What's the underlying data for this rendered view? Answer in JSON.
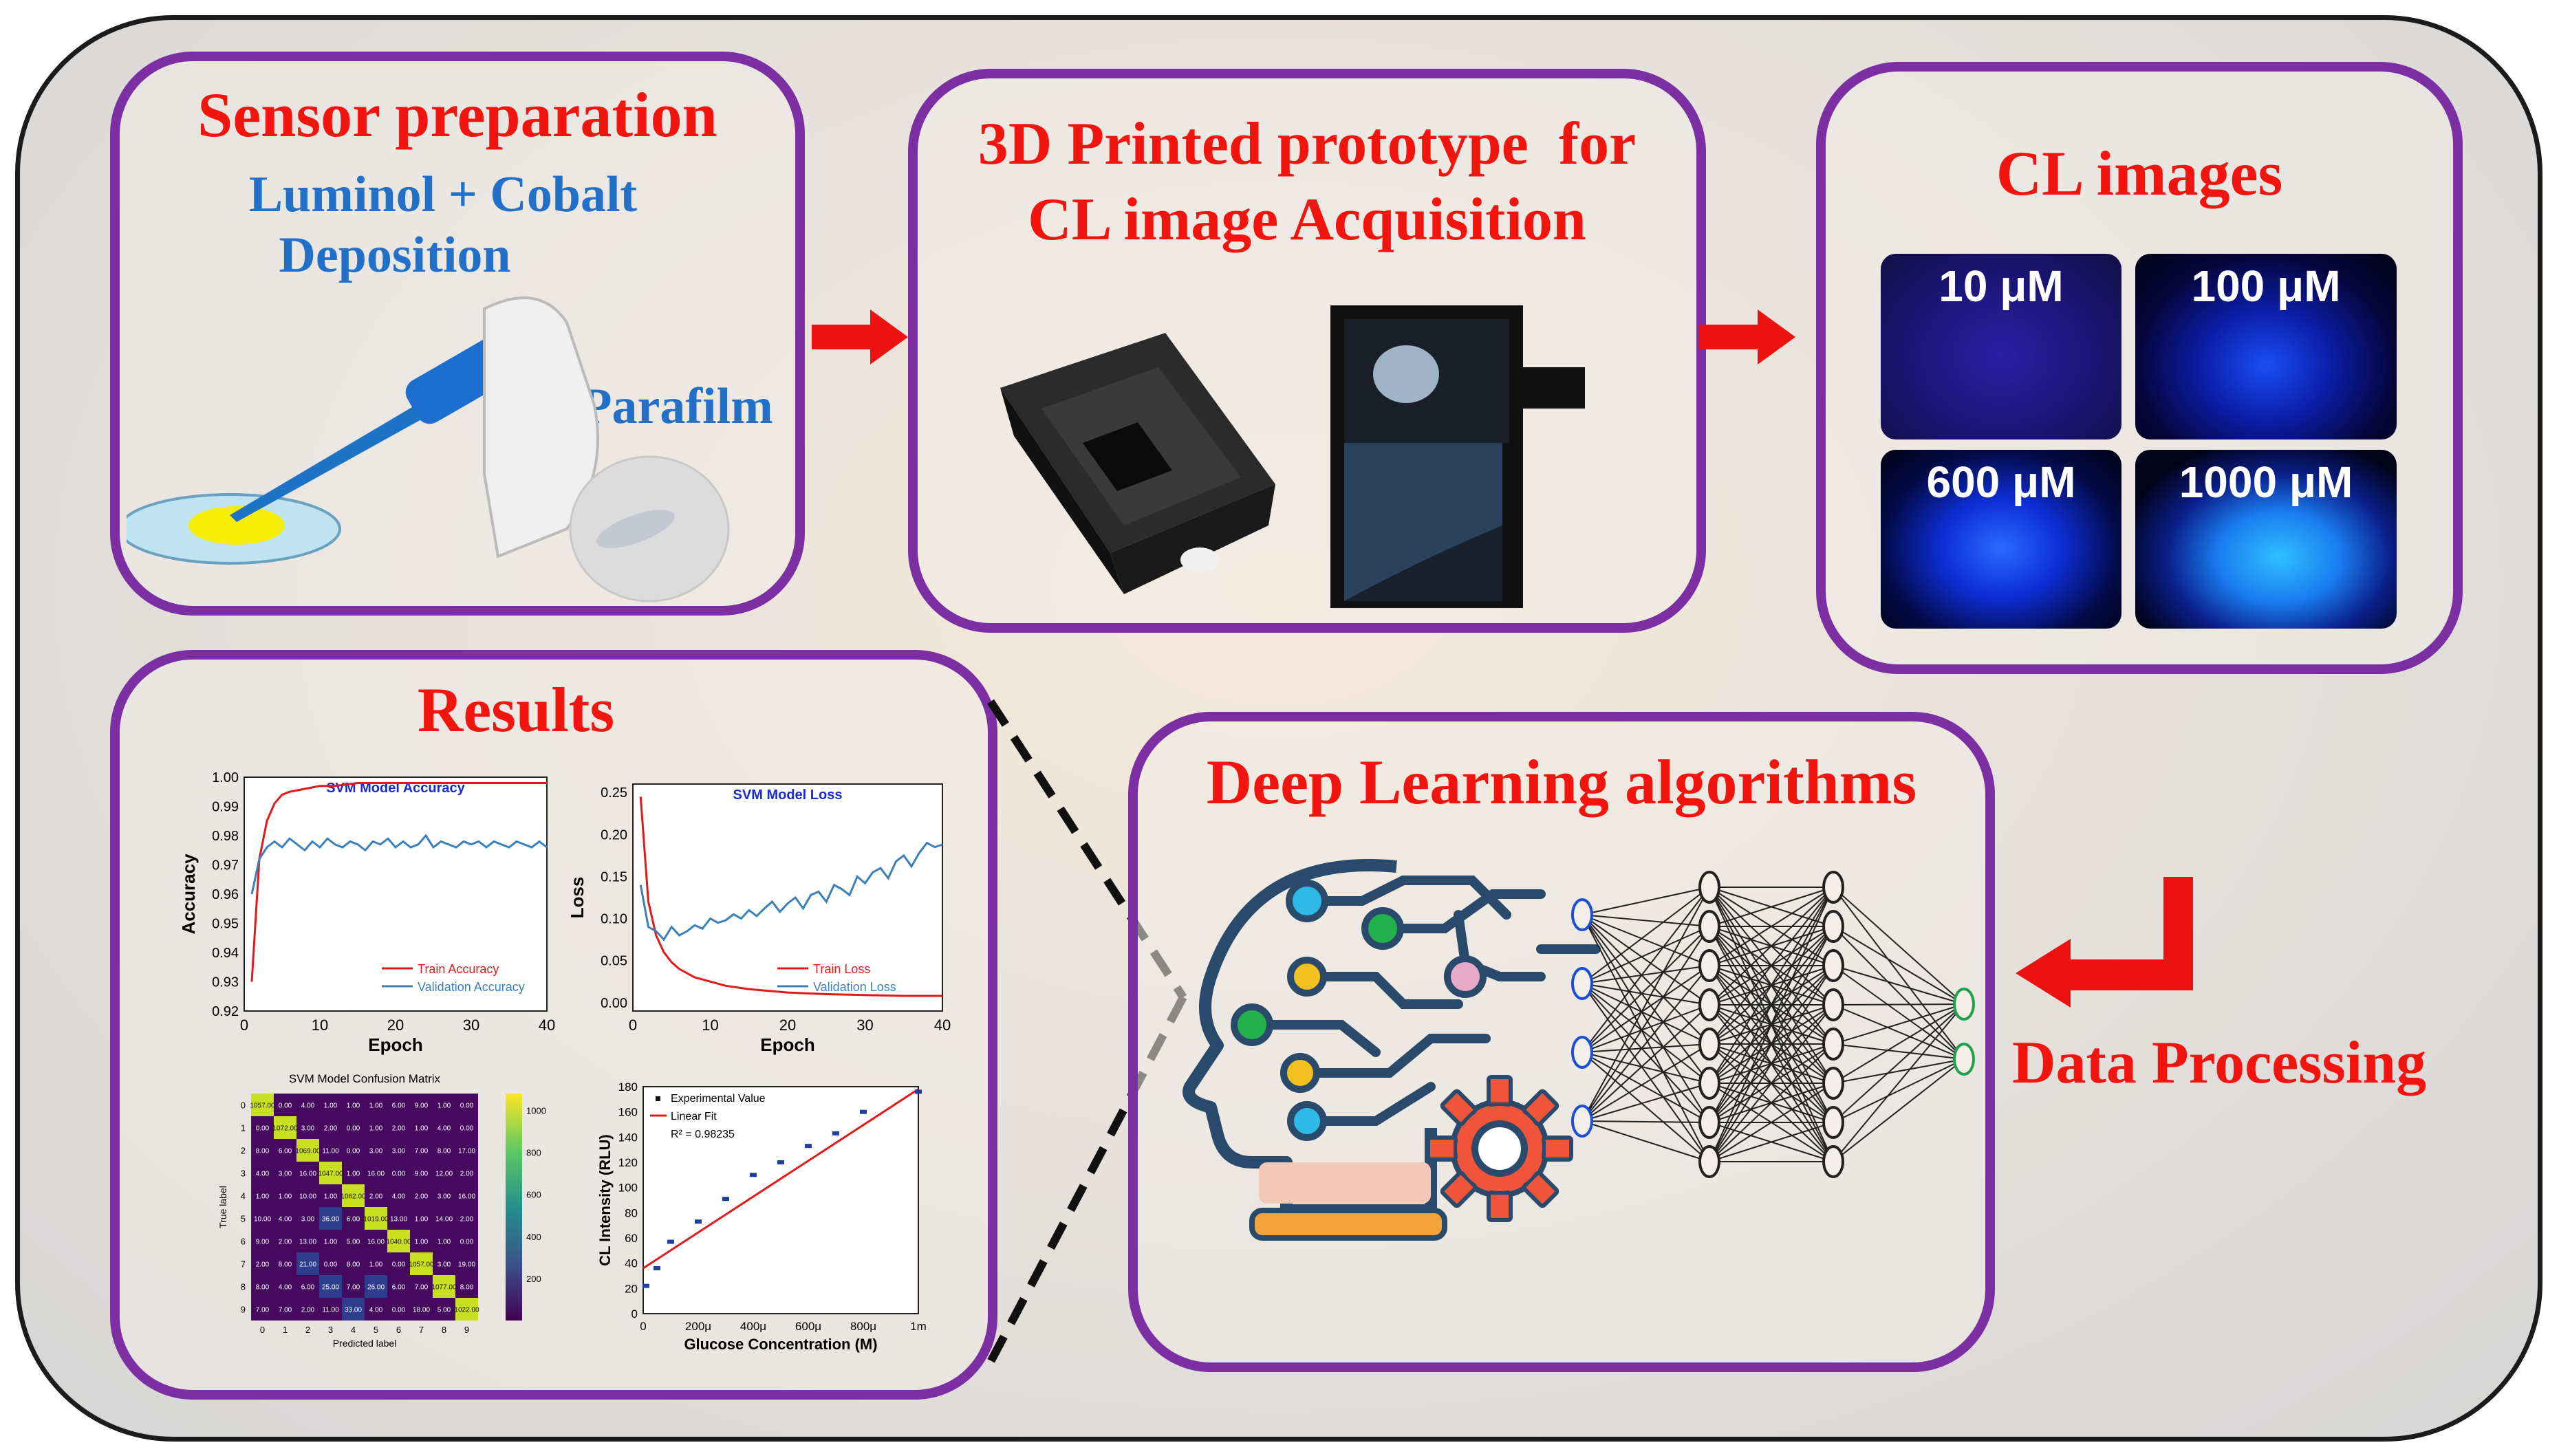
{
  "panels": {
    "sensor": {
      "title": "Sensor preparation",
      "line1": "Luminol + Cobalt",
      "line2": "Deposition",
      "parafilm": "Parafilm"
    },
    "prototype": {
      "title1": "3D Printed prototype  for",
      "title2": "CL image Acquisition"
    },
    "cl_images": {
      "title": "CL images",
      "tiles": [
        "10 μM",
        "100 μM",
        "600 μM",
        "1000 μM"
      ]
    },
    "results": {
      "title": "Results"
    },
    "deep_learning": {
      "title": "Deep Learning algorithms"
    },
    "data_processing": {
      "label": "Data Processing"
    }
  },
  "colors": {
    "panel_border": "#7b2fa3",
    "title": "#f2150f",
    "subtitle": "#2270c8",
    "arrow": "#ee1111"
  },
  "icons": [
    "arrow-right-icon",
    "head-circuit-icon",
    "gear-icon",
    "return-arrow-icon",
    "neural-network-icon"
  ],
  "chart_data": [
    {
      "type": "line",
      "title": "SVM Model Accuracy",
      "xlabel": "Epoch",
      "ylabel": "Accuracy",
      "xlim": [
        0,
        40
      ],
      "ylim": [
        0.92,
        1.0
      ],
      "xticks": [
        "0",
        "10",
        "20",
        "30",
        "40"
      ],
      "yticks": [
        "0.92",
        "0.93",
        "0.94",
        "0.95",
        "0.96",
        "0.97",
        "0.98",
        "0.99",
        "1.00"
      ],
      "legend_position": "bottom-right",
      "series": [
        {
          "name": "Train Accuracy",
          "color": "#e01a1a",
          "x": [
            1,
            2,
            3,
            4,
            5,
            6,
            8,
            10,
            12,
            15,
            18,
            20,
            25,
            30,
            35,
            40
          ],
          "y": [
            0.93,
            0.972,
            0.985,
            0.991,
            0.994,
            0.995,
            0.996,
            0.997,
            0.997,
            0.998,
            0.998,
            0.998,
            0.998,
            0.998,
            0.998,
            0.998
          ]
        },
        {
          "name": "Validation Accuracy",
          "color": "#3d7fb8",
          "x": [
            1,
            2,
            3,
            4,
            5,
            6,
            7,
            8,
            9,
            10,
            11,
            12,
            13,
            14,
            15,
            16,
            17,
            18,
            19,
            20,
            21,
            22,
            23,
            24,
            25,
            26,
            27,
            28,
            29,
            30,
            31,
            32,
            33,
            34,
            35,
            36,
            37,
            38,
            39,
            40
          ],
          "y": [
            0.96,
            0.972,
            0.976,
            0.978,
            0.976,
            0.979,
            0.977,
            0.975,
            0.978,
            0.976,
            0.979,
            0.977,
            0.976,
            0.978,
            0.977,
            0.975,
            0.978,
            0.977,
            0.979,
            0.976,
            0.978,
            0.976,
            0.977,
            0.98,
            0.976,
            0.978,
            0.977,
            0.976,
            0.978,
            0.977,
            0.978,
            0.976,
            0.978,
            0.977,
            0.976,
            0.978,
            0.977,
            0.976,
            0.978,
            0.976
          ]
        }
      ]
    },
    {
      "type": "line",
      "title": "SVM Model Loss",
      "xlabel": "Epoch",
      "ylabel": "Loss",
      "xlim": [
        0,
        40
      ],
      "ylim": [
        -0.01,
        0.26
      ],
      "xticks": [
        "0",
        "10",
        "20",
        "30",
        "40"
      ],
      "yticks": [
        "0.00",
        "0.05",
        "0.10",
        "0.15",
        "0.20",
        "0.25"
      ],
      "legend_position": "bottom-right",
      "series": [
        {
          "name": "Train Loss",
          "color": "#e01a1a",
          "x": [
            1,
            2,
            3,
            4,
            5,
            6,
            8,
            10,
            12,
            15,
            20,
            25,
            30,
            35,
            40
          ],
          "y": [
            0.245,
            0.12,
            0.08,
            0.06,
            0.048,
            0.04,
            0.03,
            0.025,
            0.02,
            0.016,
            0.012,
            0.01,
            0.009,
            0.008,
            0.008
          ]
        },
        {
          "name": "Validation Loss",
          "color": "#3d7fb8",
          "x": [
            1,
            2,
            3,
            4,
            5,
            6,
            7,
            8,
            9,
            10,
            11,
            12,
            13,
            14,
            15,
            16,
            17,
            18,
            19,
            20,
            21,
            22,
            23,
            24,
            25,
            26,
            27,
            28,
            29,
            30,
            31,
            32,
            33,
            34,
            35,
            36,
            37,
            38,
            39,
            40
          ],
          "y": [
            0.14,
            0.09,
            0.085,
            0.075,
            0.09,
            0.08,
            0.085,
            0.092,
            0.088,
            0.1,
            0.095,
            0.098,
            0.105,
            0.1,
            0.11,
            0.103,
            0.112,
            0.12,
            0.108,
            0.118,
            0.125,
            0.112,
            0.128,
            0.132,
            0.12,
            0.14,
            0.135,
            0.128,
            0.15,
            0.142,
            0.155,
            0.16,
            0.148,
            0.168,
            0.175,
            0.162,
            0.178,
            0.19,
            0.185,
            0.188
          ]
        }
      ]
    },
    {
      "type": "heatmap",
      "title": "SVM Model Confusion Matrix",
      "xlabel": "Predicted label",
      "ylabel": "True label",
      "labels": [
        "0",
        "1",
        "2",
        "3",
        "4",
        "5",
        "6",
        "7",
        "8",
        "9"
      ],
      "colorbar_ticks": [
        "200",
        "400",
        "600",
        "800",
        "1000"
      ],
      "matrix": [
        [
          1057,
          0,
          4,
          1,
          1,
          1,
          6,
          9,
          1,
          0
        ],
        [
          0,
          1072,
          3,
          2,
          0,
          1,
          2,
          1,
          4,
          0
        ],
        [
          8,
          6,
          1069,
          11,
          0,
          3,
          3,
          7,
          8,
          17
        ],
        [
          4,
          3,
          16,
          1047,
          1,
          16,
          0,
          9,
          12,
          2
        ],
        [
          1,
          1,
          10,
          1,
          1062,
          2,
          4,
          2,
          3,
          16
        ],
        [
          10,
          4,
          3,
          36,
          6,
          1019,
          13,
          1,
          14,
          2
        ],
        [
          9,
          2,
          13,
          1,
          5,
          16,
          1040,
          1,
          1,
          0
        ],
        [
          2,
          8,
          21,
          0,
          8,
          1,
          0,
          1057,
          3,
          19
        ],
        [
          8,
          4,
          6,
          25,
          7,
          26,
          6,
          7,
          1077,
          8
        ],
        [
          7,
          7,
          2,
          11,
          33,
          4,
          0,
          18,
          5,
          1022
        ]
      ]
    },
    {
      "type": "scatter",
      "xlabel": "Glucose Concentration (M)",
      "ylabel": "CL Intensity (RLU)",
      "xlim": [
        0,
        0.001
      ],
      "ylim": [
        0,
        180
      ],
      "xticks": [
        "0",
        "200μ",
        "400μ",
        "600μ",
        "800μ",
        "1m"
      ],
      "yticks": [
        "0",
        "20",
        "40",
        "60",
        "80",
        "100",
        "120",
        "140",
        "160",
        "180"
      ],
      "legend_position": "top-left",
      "annotation": "R² = 0.98235",
      "series": [
        {
          "name": "Experimental Value",
          "color": "#1f3fa0",
          "x": [
            1e-05,
            5e-05,
            0.0001,
            0.0002,
            0.0003,
            0.0004,
            0.0005,
            0.0006,
            0.0007,
            0.0008,
            0.001
          ],
          "y": [
            22,
            36,
            57,
            73,
            91,
            110,
            120,
            133,
            143,
            160,
            176
          ]
        },
        {
          "name": "Linear Fit",
          "color": "#e01a1a",
          "x": [
            0,
            0.001
          ],
          "y": [
            36,
            178
          ]
        }
      ]
    }
  ]
}
